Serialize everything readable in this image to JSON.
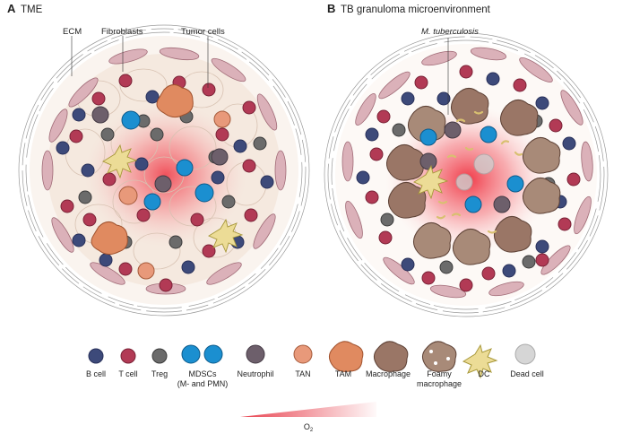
{
  "panel_a": {
    "letter": "A",
    "title": "TME"
  },
  "panel_b": {
    "letter": "B",
    "title": "TB granuloma microenvironment"
  },
  "callouts_a": {
    "ecm": "ECM",
    "fibroblasts": "Fibroblasts",
    "tumor_cells": "Tumor cells"
  },
  "callouts_b": {
    "mtb": "M. tuberculosis"
  },
  "legend": [
    {
      "key": "b_cell",
      "line1": "B cell",
      "line2": ""
    },
    {
      "key": "t_cell",
      "line1": "T cell",
      "line2": ""
    },
    {
      "key": "treg",
      "line1": "Treg",
      "line2": ""
    },
    {
      "key": "mdsc",
      "line1": "MDSCs",
      "line2": "(M- and PMN)"
    },
    {
      "key": "neutrophil",
      "line1": "Neutrophil",
      "line2": ""
    },
    {
      "key": "tan",
      "line1": "TAN",
      "line2": ""
    },
    {
      "key": "tam",
      "line1": "TAM",
      "line2": ""
    },
    {
      "key": "macrophage",
      "line1": "Macrophage",
      "line2": ""
    },
    {
      "key": "foamy",
      "line1": "Foamy",
      "line2": "macrophage"
    },
    {
      "key": "dc",
      "line1": "DC",
      "line2": ""
    },
    {
      "key": "dead",
      "line1": "Dead cell",
      "line2": ""
    }
  ],
  "oxygen": {
    "label_main": "O",
    "label_sub": "2"
  },
  "colors": {
    "b_cell": "#3d4a7a",
    "t_cell": "#b23a55",
    "treg": "#6b6b6b",
    "mdsc": "#1b8fd0",
    "neutrophil": "#6d5f6b",
    "tan": "#e0906a",
    "tam": "#d9825a",
    "macrophage": "#9a7666",
    "foamy": "#a88a78",
    "dc": "#e8d890",
    "dead": "#d6d6d6",
    "fibroblast": "#d7aeb6",
    "hypoxia": "#f0505a",
    "tumor_cell": "#f1e6dc"
  }
}
